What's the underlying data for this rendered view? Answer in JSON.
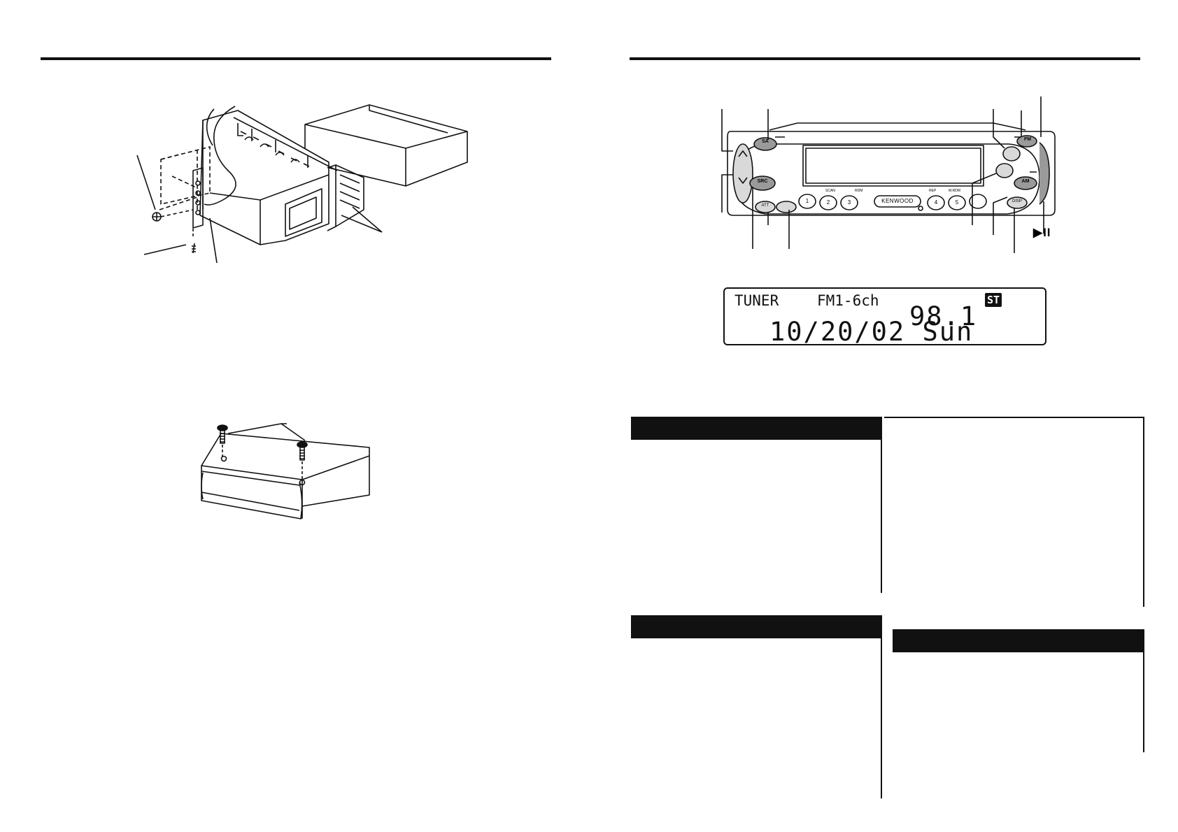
{
  "lcd_display": {
    "source": "TUNER",
    "band_channel": "FM1-6ch",
    "stereo_indicator": "ST",
    "frequency": "98.1",
    "date_day": "10/20/02 Sun"
  },
  "faceplate": {
    "brand": "KENWOOD",
    "buttons": {
      "sa": "SA",
      "src": "SRC",
      "fm": "FM",
      "am": "AM",
      "att": "ATT",
      "scan": "SCAN",
      "rdm": "RDM",
      "rep": "REP",
      "m_rdm": "M.RDM",
      "disp": "DISP",
      "preset_1": "1",
      "preset_2": "2",
      "preset_3": "3",
      "preset_4": "4",
      "preset_5": "5"
    }
  },
  "callouts": {
    "play_pause": "▶II"
  },
  "colors": {
    "ink": "#111111",
    "button_gray": "#9a9a9a",
    "light_gray": "#d9d9d9"
  }
}
